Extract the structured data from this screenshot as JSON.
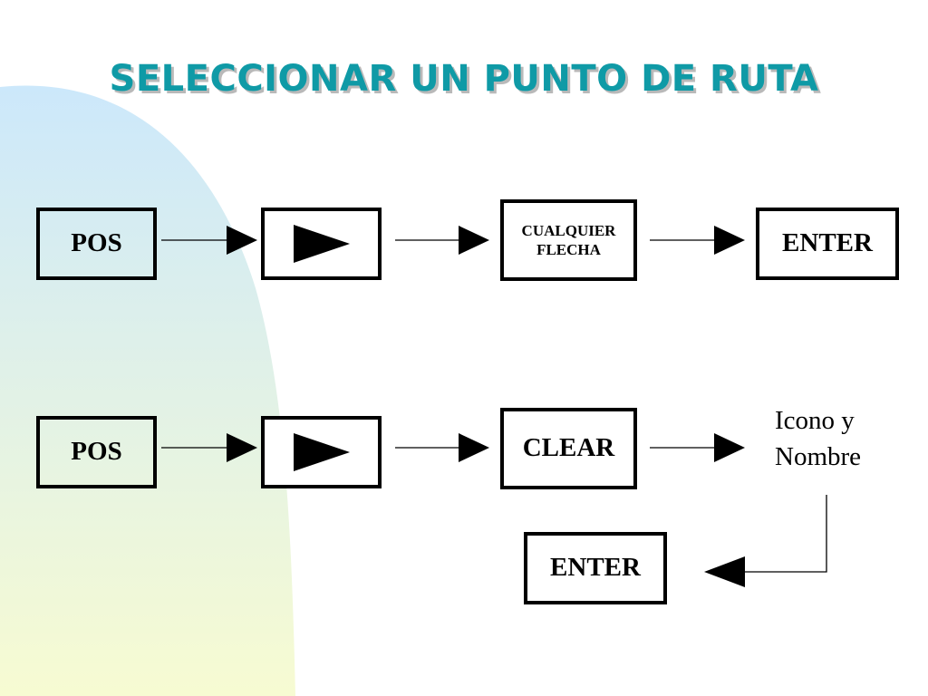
{
  "title": "SELECCIONAR UN PUNTO DE RUTA",
  "colors": {
    "title": "#0f9aa6",
    "title_shadow": "#b9b9b9",
    "background_gradient_top": "#cce8fb",
    "background_gradient_bottom": "#f7fbd2",
    "box_border": "#000000"
  },
  "row1": {
    "step1": "POS",
    "step2_icon": "play-arrow-icon",
    "step3": "CUALQUIER\nFLECHA",
    "step4": "ENTER"
  },
  "row2": {
    "step1": "POS",
    "step2_icon": "play-arrow-icon",
    "step3": "CLEAR",
    "step4_line1": "Icono y",
    "step4_line2": "Nombre",
    "step5": "ENTER"
  }
}
